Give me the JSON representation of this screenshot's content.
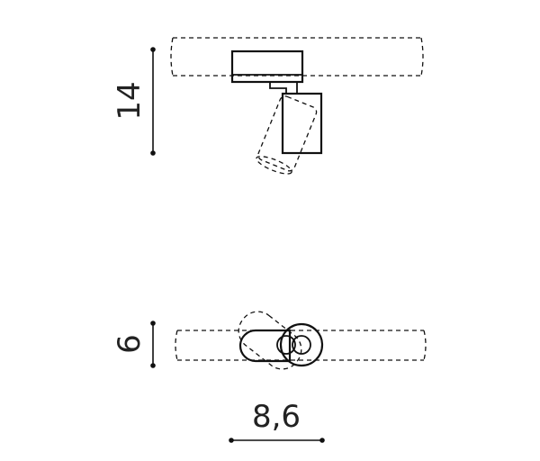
{
  "dimensions": {
    "height_side": "14",
    "height_top": "6",
    "width": "8,6"
  }
}
